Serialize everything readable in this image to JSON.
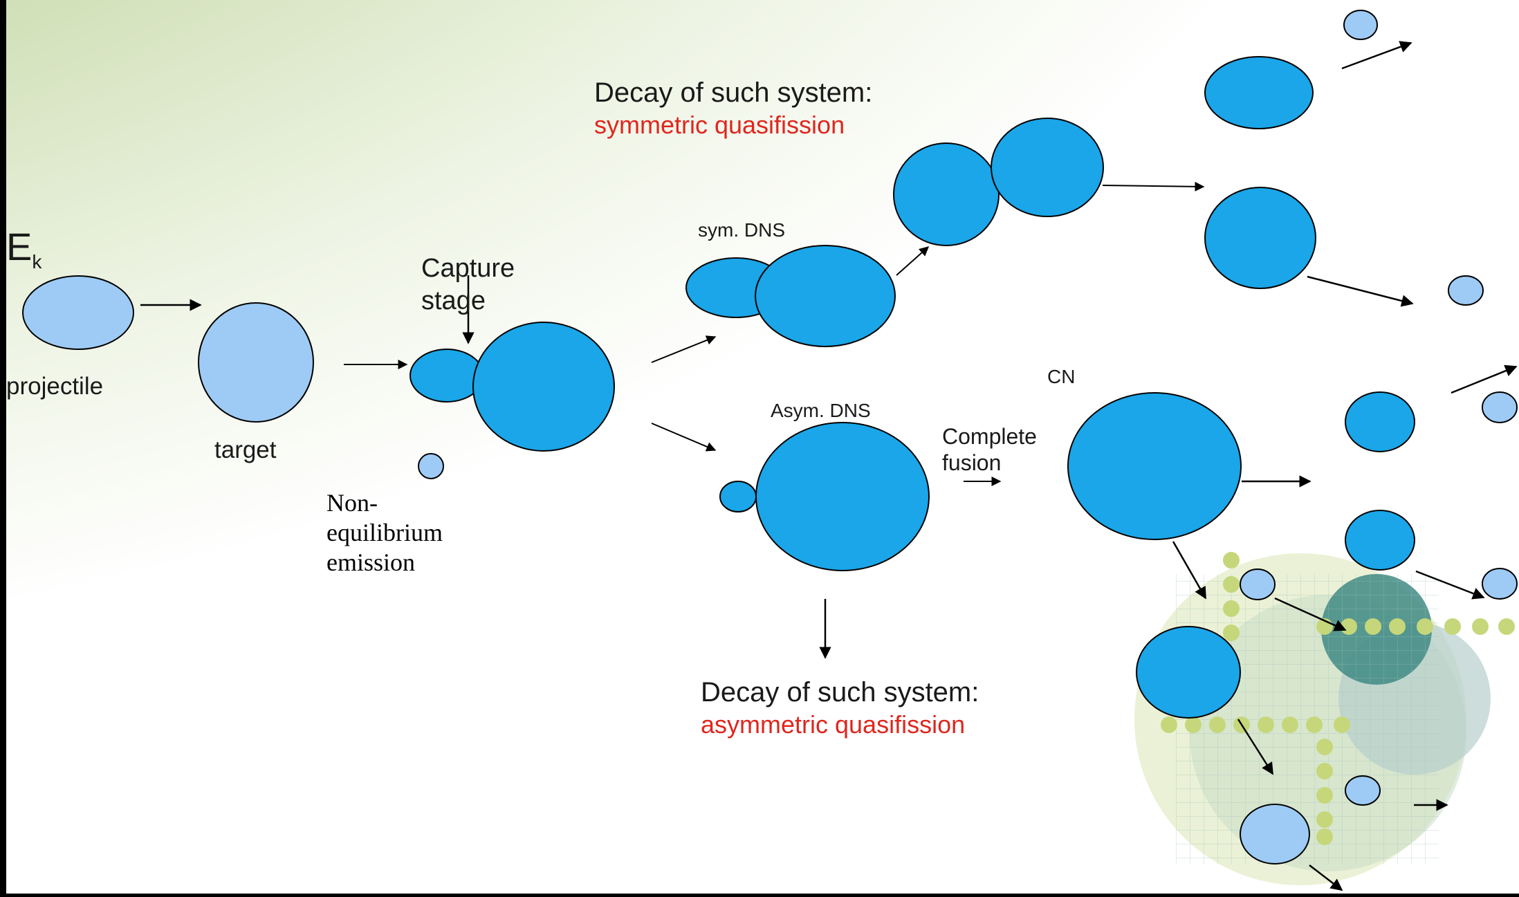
{
  "colors": {
    "nucleus_dark": "#1aa6e8",
    "nucleus_light": "#9ecbf5",
    "highlight_red": "#e0261e",
    "bg_green": "#8fb55b",
    "deco_dot": "#c5d77a",
    "deco_teal": "#3f8a84"
  },
  "labels": {
    "ek_main": "E",
    "ek_sub": "k",
    "projectile": "projectile",
    "target": "target",
    "capture_line1": "Capture",
    "capture_line2": "stage",
    "nonequil_line1": "Non-",
    "nonequil_line2": "equilibrium",
    "nonequil_line3": "emission",
    "sym_dns": "sym. DNS",
    "asym_dns": "Asym. DNS",
    "decay_sym_title": "Decay of such system:",
    "decay_sym_sub": "symmetric quasifission",
    "decay_asym_title": "Decay of such system:",
    "decay_asym_sub": "asymmetric quasifission",
    "cn": "CN",
    "complete_line1": "Complete",
    "complete_line2": "fusion"
  }
}
